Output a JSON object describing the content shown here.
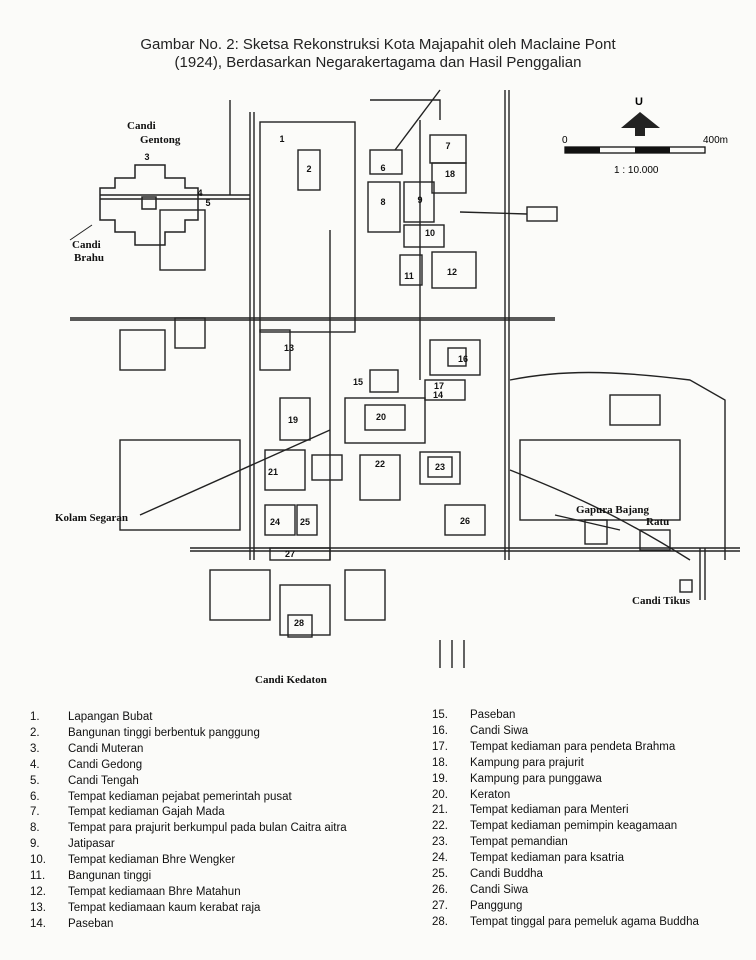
{
  "header": {
    "title_line1": "Gambar No. 2:  Sketsa Rekonstruksi Kota Majapahit oleh Maclaine Pont",
    "title_line2": "(1924), Berdasarkan Negarakertagama dan Hasil Penggalian"
  },
  "map": {
    "north_label": "U",
    "scale_start": "0",
    "scale_end": "400m",
    "scale_ratio": "1 : 10.000",
    "place_labels": {
      "candi_gentong_1": "Candi",
      "candi_gentong_2": "Gentong",
      "candi_brahu_1": "Candi",
      "candi_brahu_2": "Brahu",
      "kolam_segaran": "Kolam Segaran",
      "gapura_1": "Gapura Bajang",
      "gapura_2": "Ratu",
      "candi_tikus": "Candi Tikus",
      "candi_kedaton": "Candi Kedaton"
    },
    "area_numbers": [
      "1",
      "2",
      "3",
      "4",
      "5",
      "6",
      "7",
      "8",
      "9",
      "10",
      "11",
      "12",
      "13",
      "14",
      "15",
      "16",
      "17",
      "18",
      "19",
      "20",
      "21",
      "22",
      "23",
      "24",
      "25",
      "26",
      "27",
      "28"
    ]
  },
  "legend_left": [
    {
      "num": "1.",
      "text": "Lapangan Bubat"
    },
    {
      "num": "2.",
      "text": "Bangunan tinggi berbentuk panggung"
    },
    {
      "num": "3.",
      "text": "Candi Muteran"
    },
    {
      "num": "4.",
      "text": "Candi Gedong"
    },
    {
      "num": "5.",
      "text": "Candi Tengah"
    },
    {
      "num": "6.",
      "text": "Tempat kediaman pejabat pemerintah pusat"
    },
    {
      "num": "7.",
      "text": "Tempat kediaman Gajah Mada"
    },
    {
      "num": "8.",
      "text": "Tempat para prajurit berkumpul pada bulan Caitra  aitra"
    },
    {
      "num": "9.",
      "text": "Jatipasar"
    },
    {
      "num": "10.",
      "text": "Tempat kediaman Bhre Wengker"
    },
    {
      "num": "11.",
      "text": " Bangunan tinggi"
    },
    {
      "num": "12.",
      "text": "Tempat kediamaan Bhre Matahun"
    },
    {
      "num": "13.",
      "text": "Tempat kediamaan kaum kerabat raja"
    },
    {
      "num": "14.",
      "text": "Paseban"
    }
  ],
  "legend_right": [
    {
      "num": "15.",
      "text": "Paseban"
    },
    {
      "num": "16.",
      "text": "Candi Siwa"
    },
    {
      "num": "17.",
      "text": "Tempat kediaman para pendeta Brahma"
    },
    {
      "num": "18.",
      "text": "Kampung para prajurit"
    },
    {
      "num": "19.",
      "text": "Kampung para punggawa"
    },
    {
      "num": "20.",
      "text": "Keraton"
    },
    {
      "num": "21.",
      "text": "Tempat kediaman para Menteri"
    },
    {
      "num": "22.",
      "text": "Tempat kediaman pemimpin keagamaan"
    },
    {
      "num": "23.",
      "text": "Tempat pemandian"
    },
    {
      "num": "24.",
      "text": "Tempat kediaman para ksatria"
    },
    {
      "num": "25.",
      "text": "Candi Buddha"
    },
    {
      "num": "26.",
      "text": "Candi Siwa"
    },
    {
      "num": "27.",
      "text": "Panggung"
    },
    {
      "num": "28.",
      "text": "Tempat tinggal para pemeluk agama Buddha"
    }
  ]
}
